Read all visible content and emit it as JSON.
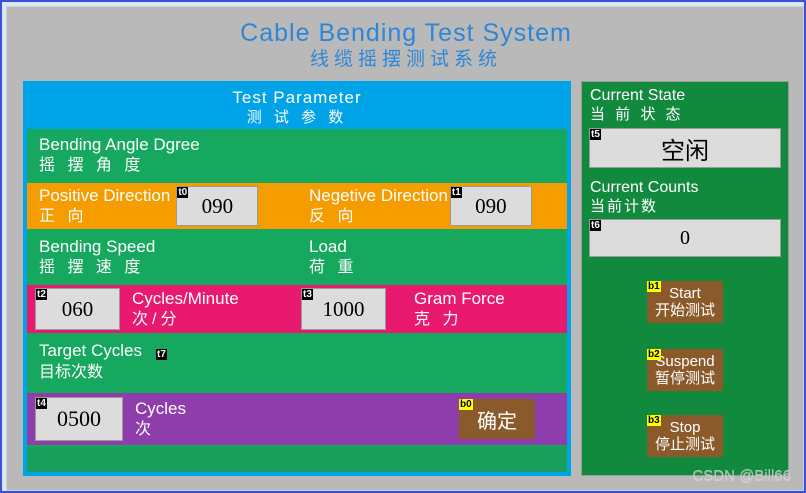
{
  "title": {
    "en": "Cable  Bending Test System",
    "cn": "线缆摇摆测试系统",
    "color": "#2f86d6"
  },
  "left_panel": {
    "header": {
      "en": "Test   Parameter",
      "cn": "测 试 参 数",
      "bg": "#00a2e8"
    },
    "bending_angle": {
      "en": "Bending Angle Dgree",
      "cn": "摇 摆 角 度"
    },
    "positive_direction": {
      "en": "Positive Direction",
      "cn": "正   向",
      "tag": "t0",
      "value": "090"
    },
    "negative_direction": {
      "en": "Negetive Direction",
      "cn": "反   向",
      "tag": "t1",
      "value": "090"
    },
    "bending_speed": {
      "en": "Bending Speed",
      "cn": "摇 摆 速 度"
    },
    "load": {
      "en": "Load",
      "cn": "荷 重"
    },
    "cycles_per_minute": {
      "en": "Cycles/Minute",
      "cn": "次/分",
      "tag": "t2",
      "value": "060"
    },
    "gram_force": {
      "en": "Gram Force",
      "cn": "克 力",
      "tag": "t3",
      "value": "1000"
    },
    "target_cycles": {
      "en": "Target Cycles",
      "cn": "目标次数",
      "tag": "t7"
    },
    "cycles": {
      "en": "Cycles",
      "cn": "次",
      "tag": "t4",
      "value": "0500"
    },
    "confirm_button": {
      "label": "确定",
      "tag": "b0"
    }
  },
  "right_panel": {
    "current_state": {
      "en": "Current State",
      "cn": "当 前 状 态"
    },
    "state_field": {
      "tag": "t5",
      "value": "空闲"
    },
    "current_counts": {
      "en": "Current Counts",
      "cn": "当前计数"
    },
    "counts_field": {
      "tag": "t6",
      "value": "0"
    },
    "buttons": [
      {
        "en": "Start",
        "cn": "开始测试",
        "tag": "b1"
      },
      {
        "en": "Suspend",
        "cn": "暂停测试",
        "tag": "b2"
      },
      {
        "en": "Stop",
        "cn": "停止测试",
        "tag": "b3"
      }
    ]
  },
  "watermark": "CSDN @Bill66",
  "colors": {
    "cyan": "#00a2e8",
    "green": "#16a85f",
    "orange": "#f59c00",
    "pink": "#e8196f",
    "purple": "#8e3dab",
    "brown": "#8b5a2b",
    "panel_green": "#128a3e",
    "field_bg": "#dcdcdc"
  }
}
